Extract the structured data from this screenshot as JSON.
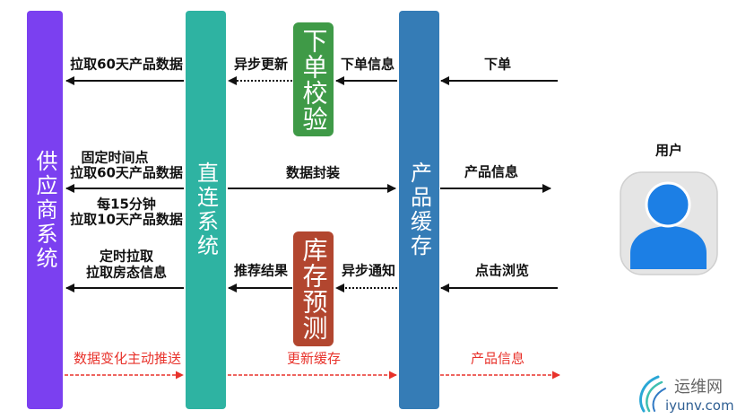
{
  "systems": {
    "supplier": {
      "label": "供应商系统",
      "color": "#7b40f0"
    },
    "direct": {
      "label": "直连系统",
      "color": "#2eb3a2"
    },
    "cache": {
      "label": "产品缓存",
      "color": "#357cb6"
    }
  },
  "modules": {
    "order_check": {
      "label": "下单校验",
      "color": "#3f9a47"
    },
    "stock_forecast": {
      "label": "库存预测",
      "color": "#b2462f"
    }
  },
  "user": {
    "label": "用户",
    "icon": "user-icon",
    "color": "#1c7fe5"
  },
  "flows": {
    "order": {
      "user_to_cache": "下单",
      "cache_to_check": "下单信息",
      "check_to_direct": "异步更新",
      "direct_to_supplier": "拉取60天产品数据"
    },
    "schedule": {
      "fixed_time": "固定时间点",
      "pull_60_days": "拉取60天产品数据",
      "every_15_min": "每15分钟",
      "pull_10_days": "拉取10天产品数据",
      "direct_to_cache": "数据封装",
      "cache_to_user": "产品信息"
    },
    "browse": {
      "user_to_cache": "点击浏览",
      "cache_to_forecast": "异步通知",
      "forecast_to_direct": "推荐结果",
      "timed_pull": "定时拉取",
      "pull_room_status": "拉取房态信息"
    },
    "push": {
      "supplier_to_direct": "数据变化主动推送",
      "direct_to_cache": "更新缓存",
      "cache_to_user": "产品信息"
    }
  },
  "colors": {
    "arrow": "#111111",
    "push": "#e8322b"
  },
  "logo": {
    "name": "运维网",
    "domain": "iyunv.com",
    "icon": "swirl-logo-icon"
  }
}
